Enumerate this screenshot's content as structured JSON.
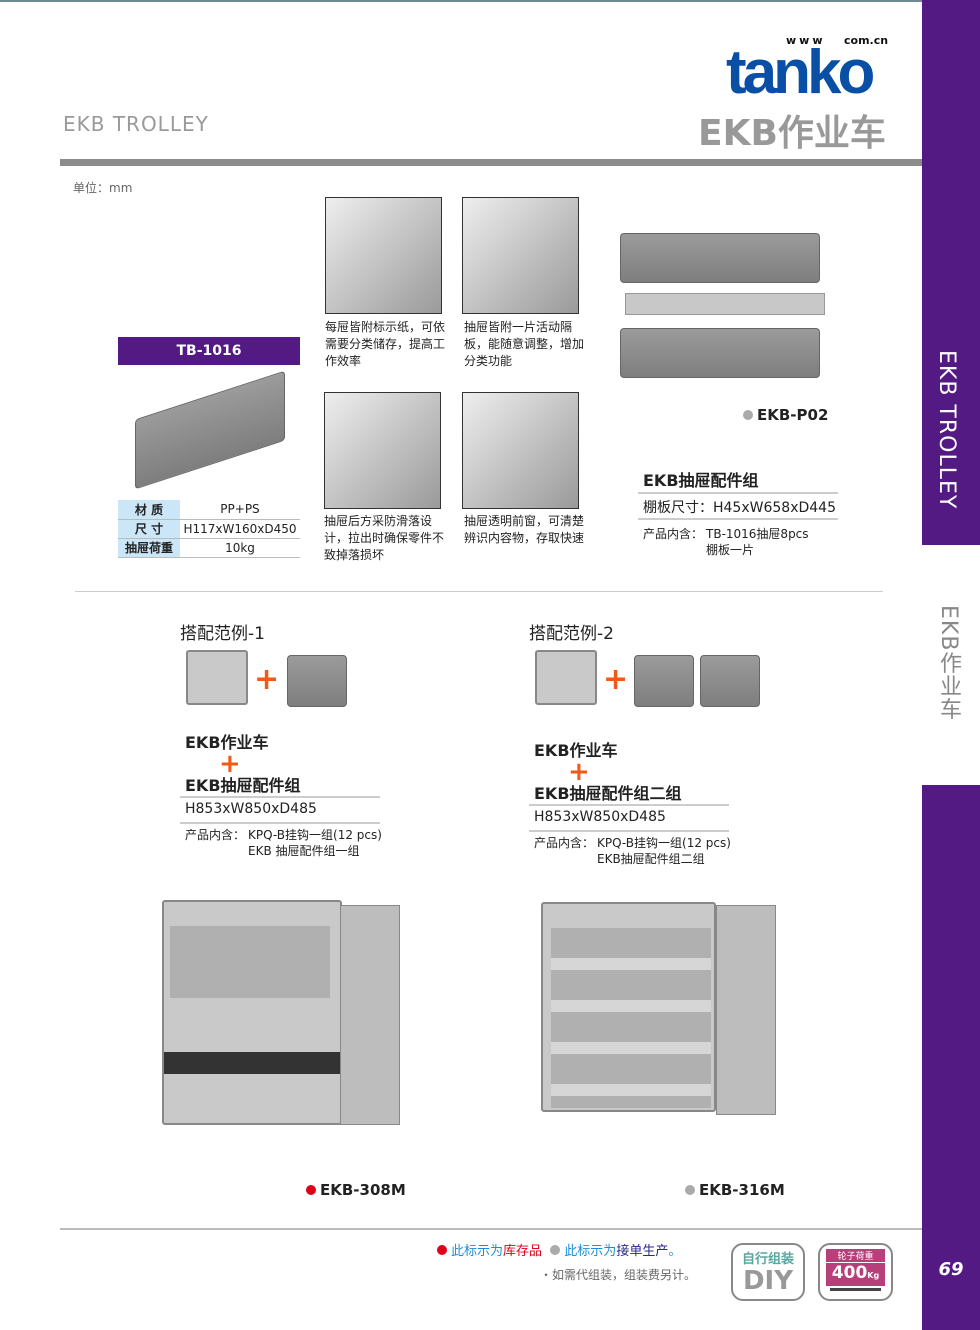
{
  "header": {
    "title_en": "EKB TROLLEY",
    "title_cn": "EKB作业车",
    "logo": {
      "www": "www",
      "brand": "tanko",
      "domain": "com.cn"
    }
  },
  "sidebar": {
    "label_en": "EKB TROLLEY",
    "label_cn": "EKB作业车",
    "page_number": "69"
  },
  "unit": "单位：mm",
  "tb1016": {
    "model": "TB-1016",
    "specs": [
      {
        "key": "材 质",
        "value": "PP+PS"
      },
      {
        "key": "尺 寸",
        "value": "H117xW160xD450"
      },
      {
        "key": "抽屉荷重",
        "value": "10kg"
      }
    ]
  },
  "features": [
    "每屉皆附标示纸，可依需要分类储存，提高工作效率",
    "抽屉皆附一片活动隔板，能随意调整，增加分类功能",
    "抽屉后方采防滑落设计，拉出时确保零件不致掉落损坏",
    "抽屉透明前窗，可清楚辨识内容物，存取快速"
  ],
  "p02": {
    "model": "EKB-P02",
    "title": "EKB抽屉配件组",
    "size": "棚板尺寸：H45xW658xD445",
    "contents_label": "产品内含：",
    "contents": [
      "TB-1016抽屉8pcs",
      "棚板一片"
    ]
  },
  "examples": [
    {
      "title": "搭配范例-1",
      "line1": "EKB作业车",
      "line2": "EKB抽屉配件组",
      "size": "H853xW850xD485",
      "contents_label": "产品内含：",
      "contents": [
        "KPQ-B挂钩一组(12 pcs)",
        "EKB 抽屉配件组一组"
      ],
      "model": "EKB-308M"
    },
    {
      "title": "搭配范例-2",
      "line1": "EKB作业车",
      "line2": "EKB抽屉配件组二组",
      "size": "H853xW850xD485",
      "contents_label": "产品内含：",
      "contents": [
        "KPQ-B挂钩一组(12 pcs)",
        "EKB抽屉配件组二组"
      ],
      "model": "EKB-316M"
    }
  ],
  "legend": {
    "stock_prefix": "此标示为",
    "stock": "库存品",
    "order_prefix": "此标示为",
    "order": "接单生产",
    "order_suffix": "。",
    "note": "・如需代组装，组装费另计。"
  },
  "badges": {
    "diy_top": "自行组装",
    "diy": "DIY",
    "load_top": "轮子荷重",
    "load": "400",
    "load_unit": "Kg"
  },
  "colors": {
    "purple": "#541a83",
    "blue": "#0a4fa6",
    "red": "#e0001b",
    "orange": "#f05a14"
  }
}
